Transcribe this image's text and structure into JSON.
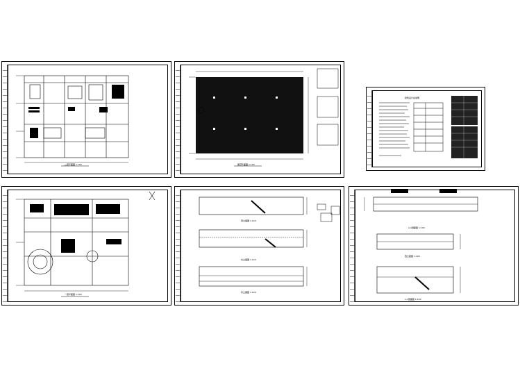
{
  "app": {
    "title": ""
  },
  "sheets": [
    {
      "id": "sheet-1",
      "caption": "二层平面图 1:100"
    },
    {
      "id": "sheet-2",
      "caption": "屋顶平面图 1:100"
    },
    {
      "id": "sheet-3",
      "caption": "建筑设计总说明"
    },
    {
      "id": "sheet-4",
      "caption": "一层平面图 1:100"
    },
    {
      "id": "sheet-5",
      "caption": [
        "南立面图 1:100",
        "北立面图 1:100",
        "东立面图 1:100"
      ]
    },
    {
      "id": "sheet-6",
      "caption": [
        "A-A剖面图 1:100",
        "西立面图 1:100",
        "1-1剖面图 1:100"
      ]
    }
  ],
  "colors": {
    "line": "#000000",
    "background": "#ffffff",
    "fill_dark": "#111111"
  }
}
